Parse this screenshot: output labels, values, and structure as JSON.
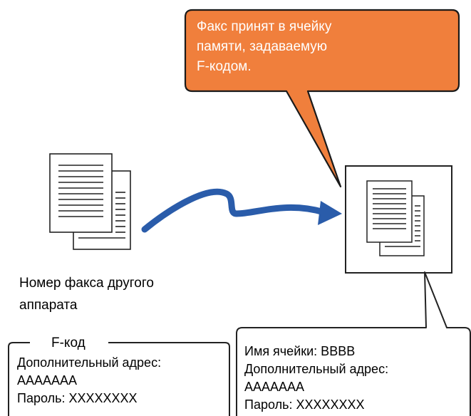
{
  "callout": {
    "line1": "Факс принят в ячейку",
    "line2": "памяти, задаваемую",
    "line3": "F-кодом.",
    "fill": "#f07f3c"
  },
  "sender": {
    "label_line1": "Номер факса другого",
    "label_line2": "аппарата"
  },
  "arrow": {
    "color": "#2a5caa"
  },
  "fcode_box": {
    "title": "F-код",
    "line1": "Дополнительный адрес:",
    "line2": "AAAAAAA",
    "line3": "Пароль: XXXXXXXX"
  },
  "mailbox_box": {
    "line1": "Имя ячейки: BBBB",
    "line2": "Дополнительный адрес:",
    "line3": "AAAAAAA",
    "line4": "Пароль: XXXXXXXX"
  },
  "icons": [
    "sender-document-icon",
    "received-document-icon",
    "transmission-arrow-icon"
  ]
}
